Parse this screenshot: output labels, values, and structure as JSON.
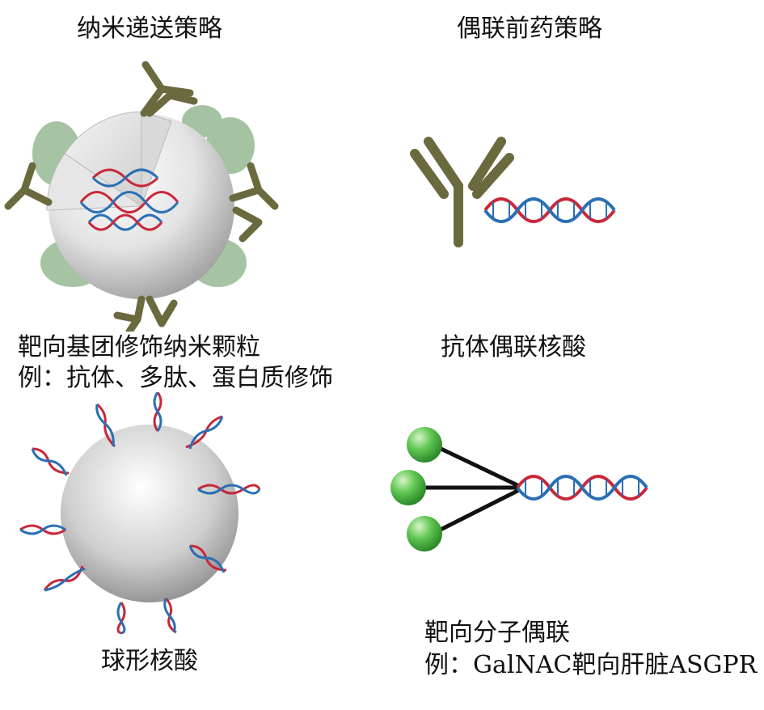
{
  "headings": {
    "nano": "纳米递送策略",
    "conjugate": "偶联前药策略"
  },
  "panels": {
    "nanoparticle": {
      "caption_line1": "靶向基团修饰纳米颗粒",
      "caption_line2": "例：抗体、多肽、蛋白质修饰"
    },
    "antibody": {
      "caption": "抗体偶联核酸"
    },
    "sna": {
      "caption": "球形核酸"
    },
    "galnac": {
      "caption_line1": "靶向分子偶联",
      "caption_line2": "例：GalNAC靶向肝脏ASGPR"
    }
  },
  "colors": {
    "antibody": "#6b6a3e",
    "dna_red": "#c8283a",
    "dna_blue": "#2a6fb5",
    "protein": "#9cbc9a",
    "ligand": "#49b84a"
  }
}
